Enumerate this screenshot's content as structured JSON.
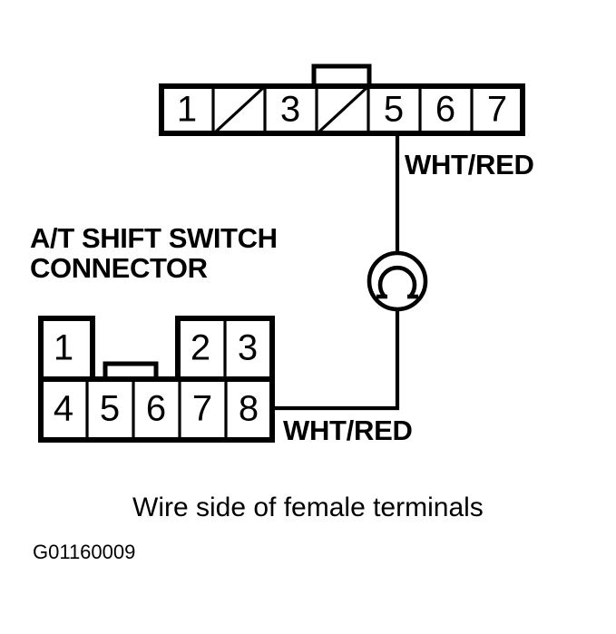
{
  "figure": {
    "code": "G01160009",
    "caption": "Wire side of female terminals",
    "connector_title_line1": "A/T SHIFT SWITCH",
    "connector_title_line2": "CONNECTOR",
    "connector_title": "A/T SHIFT SWITCH CONNECTOR",
    "ink_color": "#000000",
    "background_color": "#ffffff"
  },
  "top_connector": {
    "name": "harness-connector",
    "pin_count": 7,
    "pins": [
      {
        "label": "1",
        "filled": true
      },
      {
        "label": "",
        "filled": false
      },
      {
        "label": "3",
        "filled": true
      },
      {
        "label": "",
        "filled": false
      },
      {
        "label": "5",
        "filled": true
      },
      {
        "label": "6",
        "filled": true
      },
      {
        "label": "7",
        "filled": true
      }
    ],
    "blank_pin_marker": "diagonal-slash",
    "latch_tab": "top-center",
    "probe_pin": "5"
  },
  "bottom_connector": {
    "name": "at-shift-switch-connector",
    "pin_count": 8,
    "top_row": [
      {
        "label": "1",
        "present": true
      },
      {
        "label": "2",
        "present": true
      },
      {
        "label": "3",
        "present": true
      }
    ],
    "bottom_row": [
      {
        "label": "4"
      },
      {
        "label": "5"
      },
      {
        "label": "6"
      },
      {
        "label": "7"
      },
      {
        "label": "8"
      }
    ],
    "latch_notch": "bottom-row-top-edge",
    "probe_pin": "8"
  },
  "wires": [
    {
      "id": "wire-top",
      "color_code": "WHT/RED",
      "from": "top-connector-pin-5",
      "to": "ohmmeter"
    },
    {
      "id": "wire-bottom",
      "color_code": "WHT/RED",
      "from": "ohmmeter",
      "to": "bottom-connector-pin-8"
    }
  ],
  "meter": {
    "type": "ohmmeter",
    "symbol": "Ω",
    "symbol_name": "omega-ohm-symbol"
  }
}
